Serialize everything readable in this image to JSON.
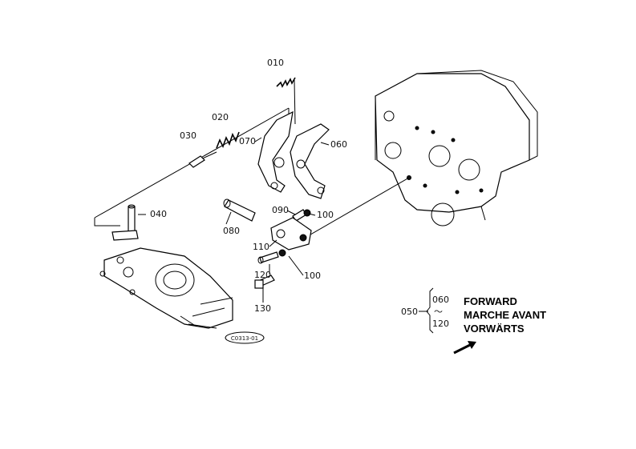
{
  "parts": [
    {
      "id": "010",
      "label": "010"
    },
    {
      "id": "020",
      "label": "020"
    },
    {
      "id": "030",
      "label": "030"
    },
    {
      "id": "040",
      "label": "040"
    },
    {
      "id": "060",
      "label": "060"
    },
    {
      "id": "070",
      "label": "070"
    },
    {
      "id": "080",
      "label": "080"
    },
    {
      "id": "090",
      "label": "090"
    },
    {
      "id": "100a",
      "label": "100"
    },
    {
      "id": "100b",
      "label": "100"
    },
    {
      "id": "110",
      "label": "110"
    },
    {
      "id": "120",
      "label": "120"
    },
    {
      "id": "130",
      "label": "130"
    }
  ],
  "group": {
    "code": "050",
    "range_start": "060",
    "range_sep": "〜",
    "range_end": "120"
  },
  "direction": {
    "en": "FORWARD",
    "fr": "MARCHE AVANT",
    "de": "VORWÄRTS"
  },
  "figure_code": "C0313-01"
}
